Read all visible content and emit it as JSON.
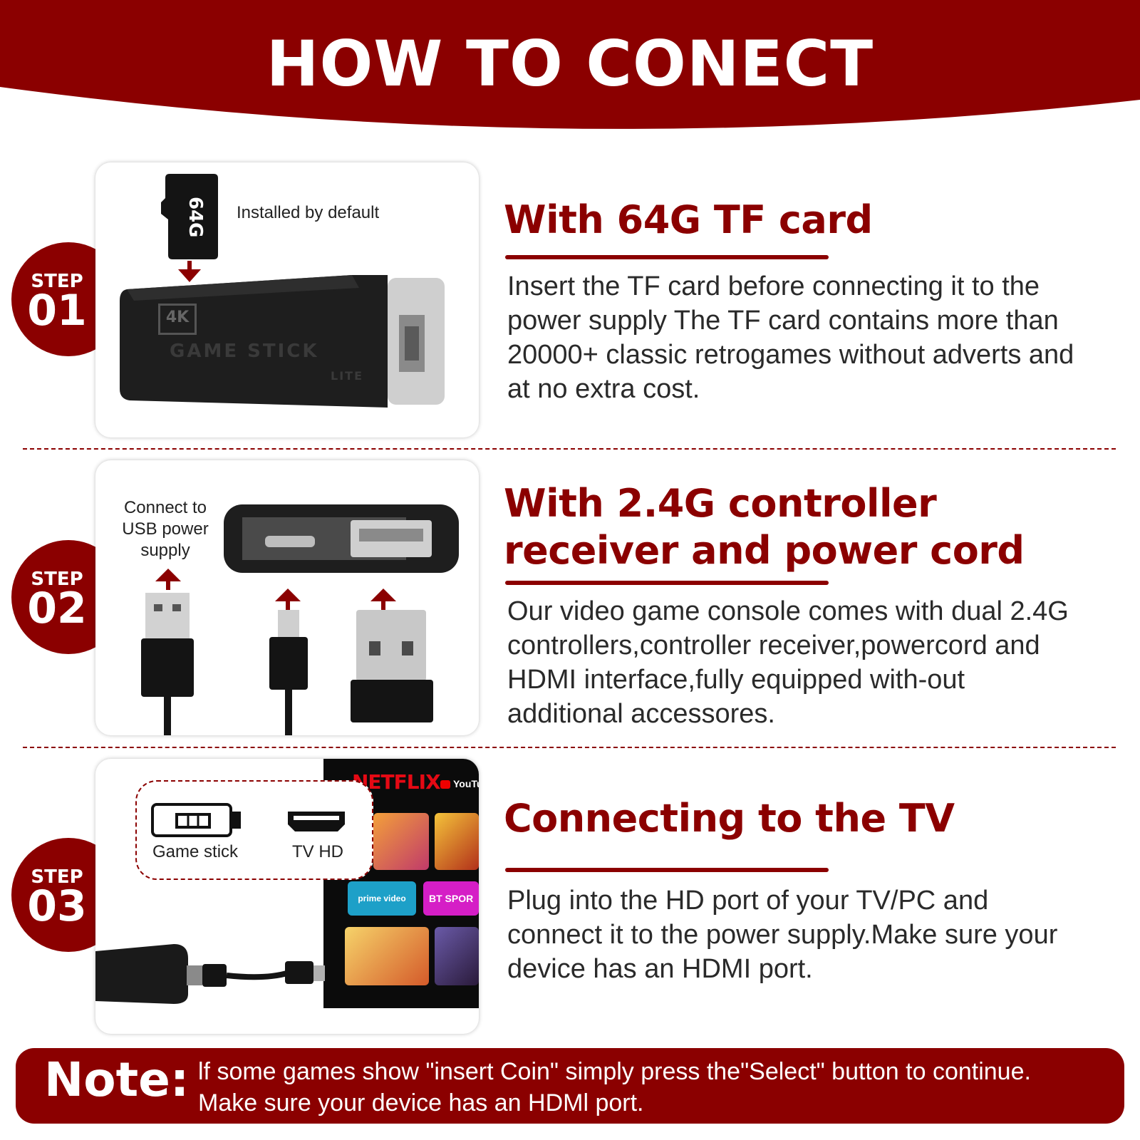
{
  "header": {
    "title": "HOW TO CONECT"
  },
  "steps": [
    {
      "badge_label": "STEP",
      "badge_number": "01",
      "heading_lines": [
        "With 64G TF card"
      ],
      "description_lines": [
        "Insert the TF card before connecting it to the",
        "power supply The TF card contains more than",
        "20000+ classic retrogames without adverts and",
        "at no extra cost."
      ],
      "image": {
        "card_label": "64G",
        "card_caption": "Installed by default",
        "stick_badge": "4K",
        "stick_text": "GAME STICK",
        "stick_subtext": "LITE"
      }
    },
    {
      "badge_label": "STEP",
      "badge_number": "02",
      "heading_lines": [
        "With 2.4G controller",
        "receiver and power cord"
      ],
      "description_lines": [
        "Our video game console comes with dual 2.4G",
        "controllers,controller receiver,powercord and",
        "HDMI interface,fully equipped with-out",
        "additional accessores."
      ],
      "image": {
        "usb_caption_lines": [
          "Connect to",
          "USB power",
          "supply"
        ]
      }
    },
    {
      "badge_label": "STEP",
      "badge_number": "03",
      "heading_lines": [
        "Connecting to the TV"
      ],
      "description_lines": [
        "Plug into the HD port of your TV/PC and",
        "connect it to the power supply.Make sure your",
        "device has an HDMI port."
      ],
      "image": {
        "game_stick_label": "Game stick",
        "tv_hd_label": "TV HD",
        "tv_brand": "NETFLIX",
        "tv_brand2": "YouTu",
        "tile_prime": "prime video",
        "tile_bt": "BT SPOR"
      }
    }
  ],
  "note": {
    "label": "Note:",
    "lines": [
      "lf some games show \"insert Coin\" simply press the\"Select\" button to continue.",
      "Make sure your device has an HDMl port."
    ]
  },
  "colors": {
    "brand": "#8b0000",
    "text": "#2a2a2a",
    "background": "#ffffff"
  }
}
